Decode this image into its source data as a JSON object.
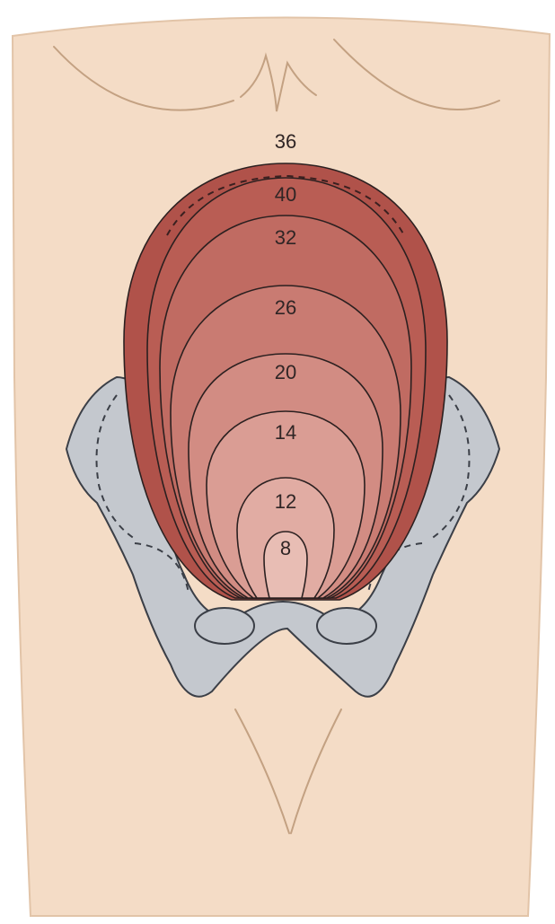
{
  "colors": {
    "skin": "#f4dcc6",
    "skin_line": "#c3a182",
    "pelvis": "#c4c8ce",
    "pelvis_stroke": "#3b3f47",
    "uterus_outer": "#b0524a",
    "uterus_inner": "#e8bdb4"
  },
  "gestation_labels": [
    {
      "weeks": "36"
    },
    {
      "weeks": "40"
    },
    {
      "weeks": "32"
    },
    {
      "weeks": "26"
    },
    {
      "weeks": "20"
    },
    {
      "weeks": "14"
    },
    {
      "weeks": "12"
    },
    {
      "weeks": "8"
    }
  ]
}
